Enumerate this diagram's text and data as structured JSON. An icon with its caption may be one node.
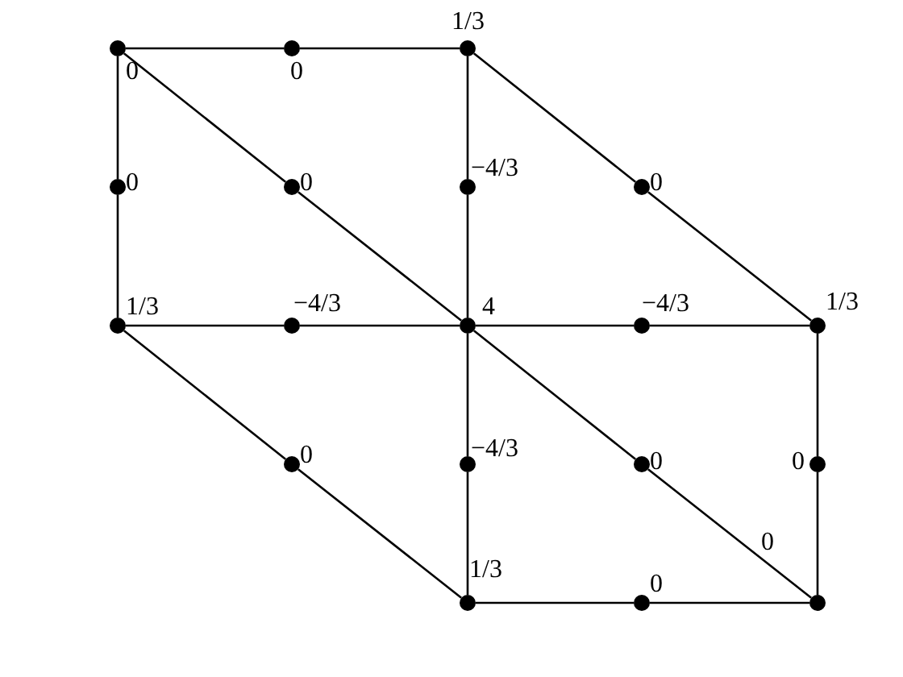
{
  "diagram": {
    "nodes": [
      {
        "text": [],
        "shape": "circle",
        "beside": [
          "0"
        ]
      },
      {
        "text": [],
        "shape": "circle",
        "beside": [
          "0"
        ]
      },
      {
        "text": [],
        "shape": "circle",
        "beside": [
          "1/3"
        ]
      },
      {
        "text": [],
        "shape": "circle",
        "beside": [
          "0"
        ]
      },
      {
        "text": [],
        "shape": "circle",
        "beside": [
          "0"
        ]
      },
      {
        "text": [],
        "shape": "circle",
        "beside": [
          "−4/3"
        ]
      },
      {
        "text": [],
        "shape": "circle",
        "beside": [
          "0"
        ]
      },
      {
        "text": [],
        "shape": "circle",
        "beside": [
          "1/3"
        ]
      },
      {
        "text": [],
        "shape": "circle",
        "beside": [
          "−4/3"
        ]
      },
      {
        "text": [],
        "shape": "circle",
        "beside": [
          "4"
        ]
      },
      {
        "text": [],
        "shape": "circle",
        "beside": [
          "−4/3"
        ]
      },
      {
        "text": [],
        "shape": "circle",
        "beside": [
          "1/3"
        ]
      },
      {
        "text": [],
        "shape": "circle",
        "beside": [
          "0"
        ]
      },
      {
        "text": [],
        "shape": "circle",
        "beside": [
          "−4/3"
        ]
      },
      {
        "text": [],
        "shape": "circle",
        "beside": [
          "0"
        ]
      },
      {
        "text": [],
        "shape": "circle",
        "beside": [
          "0"
        ]
      },
      {
        "text": [],
        "shape": "circle",
        "beside": [
          "1/3"
        ]
      },
      {
        "text": [],
        "shape": "circle",
        "beside": [
          "0"
        ]
      },
      {
        "text": [],
        "shape": "circle",
        "beside": [
          "0"
        ]
      }
    ],
    "edges": [
      {
        "from": 0,
        "to": 1,
        "arrow": "none"
      },
      {
        "from": 1,
        "to": 2,
        "arrow": "none"
      },
      {
        "from": 0,
        "to": 3,
        "arrow": "none"
      },
      {
        "from": 3,
        "to": 7,
        "arrow": "none"
      },
      {
        "from": 0,
        "to": 4,
        "arrow": "none"
      },
      {
        "from": 4,
        "to": 9,
        "arrow": "none"
      },
      {
        "from": 2,
        "to": 5,
        "arrow": "none"
      },
      {
        "from": 5,
        "to": 9,
        "arrow": "none"
      },
      {
        "from": 2,
        "to": 6,
        "arrow": "none"
      },
      {
        "from": 6,
        "to": 11,
        "arrow": "none"
      },
      {
        "from": 7,
        "to": 8,
        "arrow": "none"
      },
      {
        "from": 8,
        "to": 9,
        "arrow": "none"
      },
      {
        "from": 9,
        "to": 10,
        "arrow": "none"
      },
      {
        "from": 10,
        "to": 11,
        "arrow": "none"
      },
      {
        "from": 7,
        "to": 12,
        "arrow": "none"
      },
      {
        "from": 12,
        "to": 16,
        "arrow": "none"
      },
      {
        "from": 9,
        "to": 13,
        "arrow": "none"
      },
      {
        "from": 13,
        "to": 16,
        "arrow": "none"
      },
      {
        "from": 9,
        "to": 14,
        "arrow": "none"
      },
      {
        "from": 14,
        "to": 18,
        "arrow": "none"
      },
      {
        "from": 11,
        "to": 15,
        "arrow": "none"
      },
      {
        "from": 15,
        "to": 18,
        "arrow": "none"
      },
      {
        "from": 16,
        "to": 17,
        "arrow": "none"
      },
      {
        "from": 17,
        "to": 18,
        "arrow": "none"
      }
    ]
  }
}
